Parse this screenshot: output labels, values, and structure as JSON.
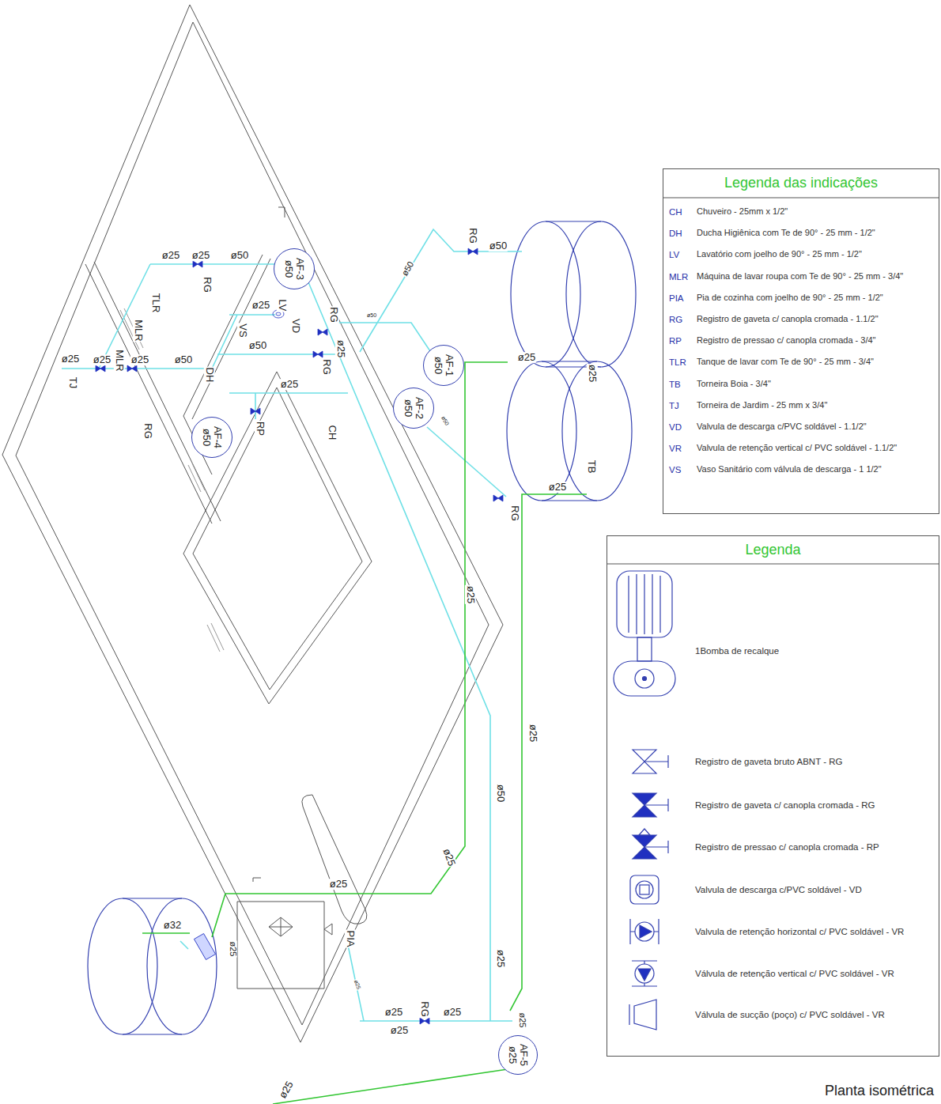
{
  "diagram": {
    "caption": "Planta isométrica",
    "nodes": [
      {
        "text": [
          "AF-3",
          "ø50"
        ]
      },
      {
        "text": [
          "AF-1",
          "ø50"
        ]
      },
      {
        "text": [
          "AF-2",
          "ø50"
        ]
      },
      {
        "text": [
          "AF-4",
          "ø50"
        ]
      },
      {
        "text": [
          "AF-5",
          "ø25"
        ]
      },
      {
        "text": [
          "Legenda das indicações"
        ]
      },
      {
        "text": [
          "Legenda"
        ]
      }
    ],
    "labels": [
      "RG",
      "ø50",
      "ø50",
      "ø25",
      "ø25",
      "ø50",
      "RG",
      "TLR",
      "MLR",
      "MLR",
      "ø25",
      "ø25",
      "ø25",
      "ø50",
      "TJ",
      "RG",
      "ø25",
      "LV",
      "VS",
      "ø50",
      "VD",
      "RG",
      "ø50",
      "ø25",
      "DH",
      "RG",
      "ø25",
      "RP",
      "CH",
      "ø50",
      "ø25",
      "ø25",
      "TB",
      "RG",
      "ø25",
      "ø25",
      "ø25",
      "ø50",
      "ø25",
      "ø25",
      "ø32",
      "ø25",
      "PIA",
      "ø25",
      "ø25",
      "ø25",
      "RG",
      "ø25",
      "ø25",
      "ø25",
      "ø25",
      "CH",
      "DH",
      "LV",
      "MLR",
      "PIA",
      "RG",
      "RP",
      "TLR",
      "TB",
      "TJ",
      "VD",
      "VR",
      "VS",
      "Chuveiro - 25mm x 1/2\"",
      "Ducha Higiênica com Te de 90° - 25 mm - 1/2\"",
      "Lavatório com joelho de 90° - 25 mm - 1/2\"",
      "Máquina de lavar roupa com Te de 90° - 25 mm - 3/4\"",
      "Pia de cozinha com joelho de 90° - 25 mm - 1/2\"",
      "Registro de gaveta c/ canopla cromada - 1.1/2\"",
      "Registro de pressao c/ canopla cromada - 3/4\"",
      "Tanque de lavar com Te de 90° - 25 mm - 3/4\"",
      "Torneira Boia - 3/4\"",
      "Torneira de Jardim - 25 mm x 3/4\"",
      "Valvula de descarga c/PVC soldável - 1.1/2\"",
      "Valvula de retenção vertical c/ PVC soldável - 1.1/2\"",
      "Vaso Sanitário com válvula de descarga - 1 1/2\""
    ],
    "legend": [
      {
        "text": "1Bomba de recalque"
      },
      {
        "text": "Registro de gaveta bruto ABNT - RG"
      },
      {
        "text": "Registro de gaveta c/ canopla cromada - RG"
      },
      {
        "text": "Registro de pressao c/ canopla cromada - RP"
      },
      {
        "text": "Valvula de descarga c/PVC soldável - VD"
      },
      {
        "text": "Valvula de retenção horizontal c/ PVC soldável - VR"
      },
      {
        "text": "Válvula de retenção vertical c/ PVC soldável - VR"
      },
      {
        "text": "Válvula de sucção (poço) c/ PVC soldável - VR"
      }
    ]
  }
}
